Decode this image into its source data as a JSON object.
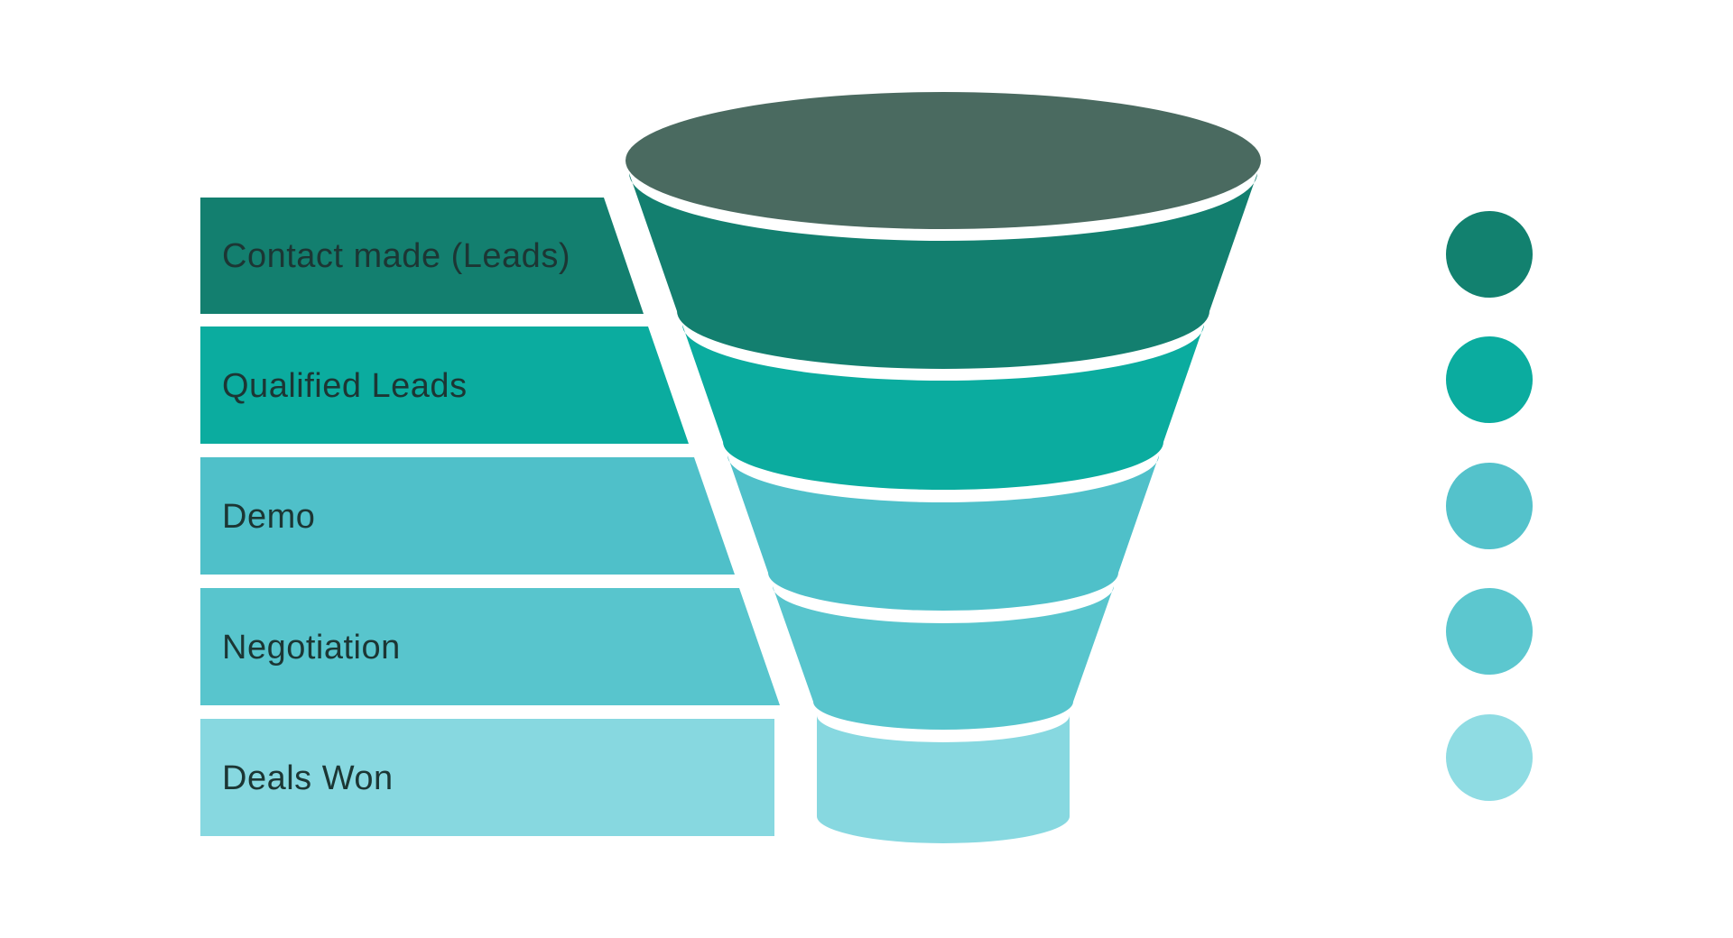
{
  "diagram": {
    "kind": "funnel",
    "background": "#FFFFFF",
    "label_text_color": "#1C3634",
    "funnel_top_color": "#4A6A60",
    "stages": [
      {
        "label": "Contact made (Leads)",
        "color": "#137F6F",
        "dot_color": "#12816F"
      },
      {
        "label": "Qualified Leads",
        "color": "#0BAC9F",
        "dot_color": "#0BAC9F"
      },
      {
        "label": "Demo",
        "color": "#4FC0C9",
        "dot_color": "#54C2CB"
      },
      {
        "label": "Negotiation",
        "color": "#58C5CD",
        "dot_color": "#5CC7CF"
      },
      {
        "label": "Deals Won",
        "color": "#87D8E0",
        "dot_color": "#8FDCE3"
      }
    ]
  }
}
